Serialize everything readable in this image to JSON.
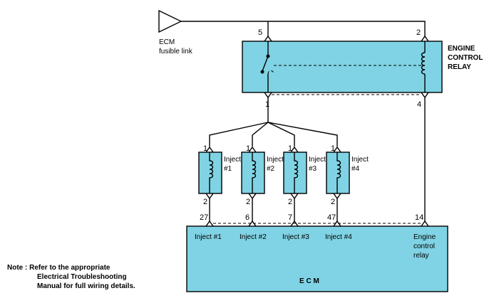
{
  "source": {
    "label_line1": "ECM",
    "label_line2": "fusible link"
  },
  "relay": {
    "title_line1": "ENGINE",
    "title_line2": "CONTROL",
    "title_line3": "RELAY",
    "pin_top_left": "5",
    "pin_top_right": "2",
    "pin_bottom_left": "1",
    "pin_bottom_right": "4"
  },
  "injectors": [
    {
      "label_line1": "Inject",
      "label_line2": "#1",
      "pin_top": "1",
      "pin_bottom": "2"
    },
    {
      "label_line1": "Inject",
      "label_line2": "#2",
      "pin_top": "1",
      "pin_bottom": "2"
    },
    {
      "label_line1": "Inject",
      "label_line2": "#3",
      "pin_top": "1",
      "pin_bottom": "2"
    },
    {
      "label_line1": "Inject",
      "label_line2": "#4",
      "pin_top": "1",
      "pin_bottom": "2"
    }
  ],
  "ecm": {
    "title": "E C M",
    "pins": [
      {
        "number": "27",
        "label": "Inject #1"
      },
      {
        "number": "6",
        "label": "Inject #2"
      },
      {
        "number": "7",
        "label": "Inject #3"
      },
      {
        "number": "47",
        "label": "Inject #4"
      },
      {
        "number": "14",
        "label_line1": "Engine",
        "label_line2": "control",
        "label_line3": "relay"
      }
    ]
  },
  "note": {
    "line1": "Note : Refer to the appropriate",
    "line2": "Electrical Troubleshooting",
    "line3": "Manual for full wiring details."
  },
  "colors": {
    "component_fill": "#7fd3e4",
    "line": "#000000",
    "background": "#ffffff"
  }
}
